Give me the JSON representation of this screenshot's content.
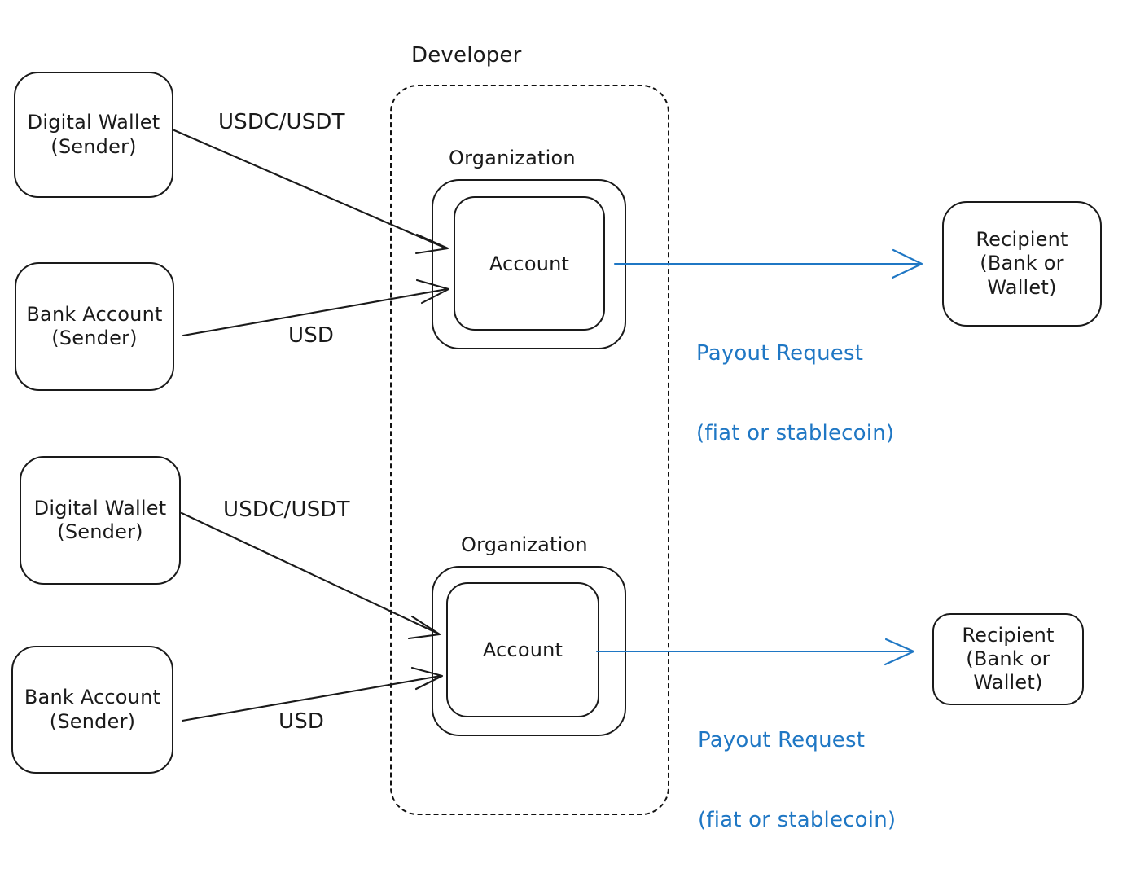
{
  "diagram": {
    "title_label": "Developer",
    "groups": {
      "developer": "Developer",
      "organization_top": "Organization",
      "organization_bottom": "Organization"
    },
    "colors": {
      "stroke": "#1a1a1a",
      "accent_blue": "#1f77c4",
      "background": "#ffffff"
    },
    "nodes": [
      {
        "id": "wallet-top",
        "label_line1": "Digital Wallet",
        "label_line2": "(Sender)"
      },
      {
        "id": "bank-top",
        "label_line1": "Bank Account",
        "label_line2": "(Sender)"
      },
      {
        "id": "account-top",
        "label_line1": "Account",
        "label_line2": ""
      },
      {
        "id": "recipient-top",
        "label_line1": "Recipient",
        "label_line2": "(Bank or",
        "label_line3": "Wallet)"
      },
      {
        "id": "wallet-bottom",
        "label_line1": "Digital Wallet",
        "label_line2": "(Sender)"
      },
      {
        "id": "bank-bottom",
        "label_line1": "Bank Account",
        "label_line2": "(Sender)"
      },
      {
        "id": "account-bottom",
        "label_line1": "Account",
        "label_line2": ""
      },
      {
        "id": "recipient-bottom",
        "label_line1": "Recipient",
        "label_line2": "(Bank or",
        "label_line3": "Wallet)"
      }
    ],
    "edges": [
      {
        "id": "edge-wallet-top-account",
        "label": "USDC/USDT",
        "color": "#1a1a1a"
      },
      {
        "id": "edge-bank-top-account",
        "label": "USD",
        "color": "#1a1a1a"
      },
      {
        "id": "edge-account-top-recipient",
        "label_line1": "Payout Request",
        "label_line2": "(fiat or stablecoin)",
        "color": "#1f77c4"
      },
      {
        "id": "edge-wallet-bottom-account",
        "label": "USDC/USDT",
        "color": "#1a1a1a"
      },
      {
        "id": "edge-bank-bottom-account",
        "label": "USD",
        "color": "#1a1a1a"
      },
      {
        "id": "edge-account-bottom-recipient",
        "label_line1": "Payout Request",
        "label_line2": "(fiat or stablecoin)",
        "color": "#1f77c4"
      }
    ]
  }
}
